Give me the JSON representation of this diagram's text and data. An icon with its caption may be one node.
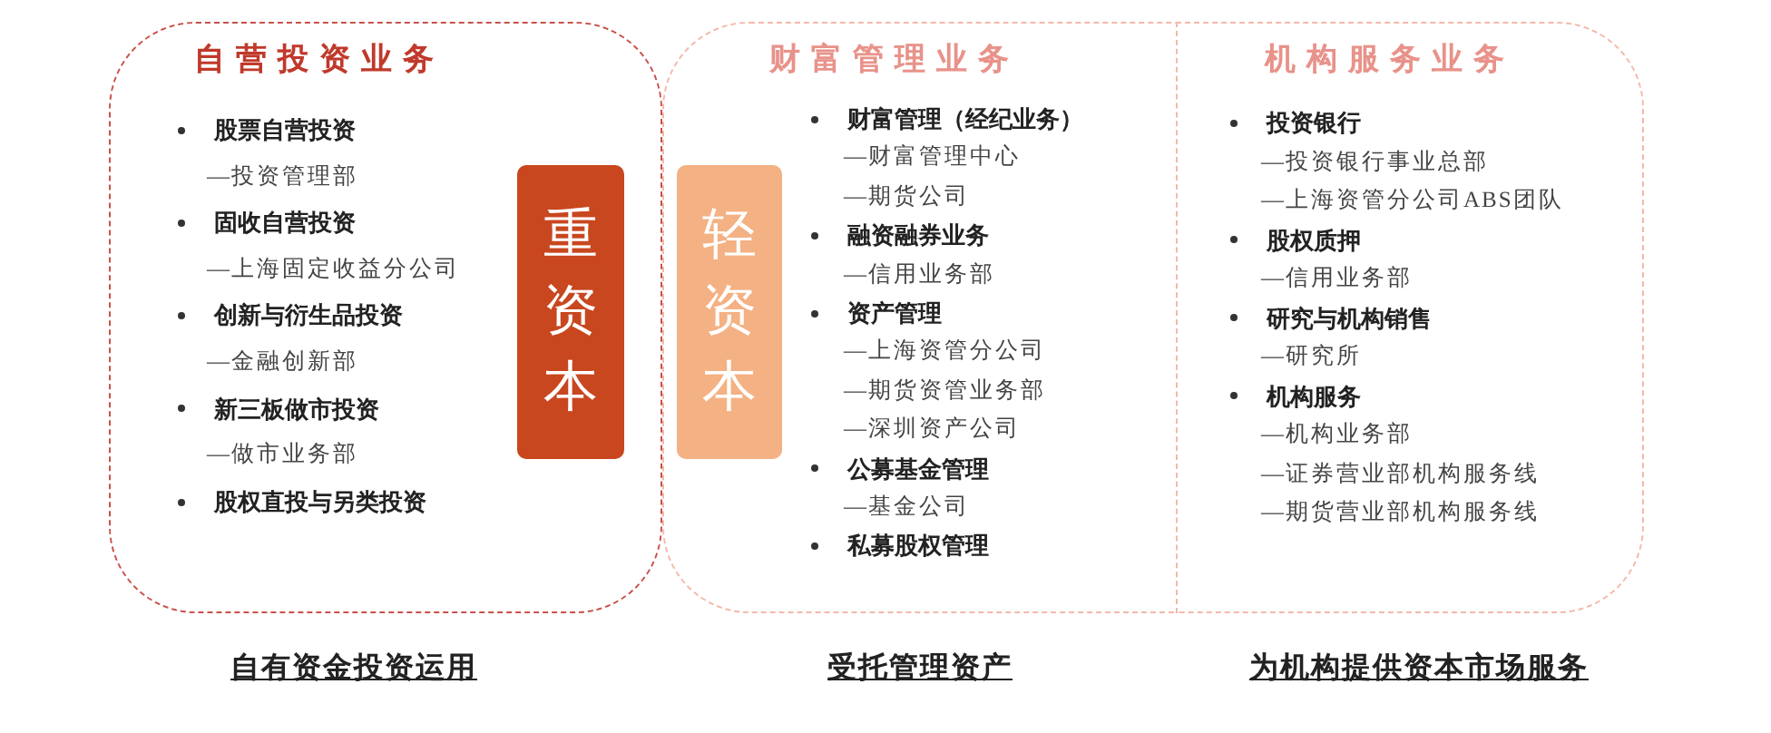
{
  "diagram": {
    "nodes": [
      {
        "text": [
          "自营投资业务",
          "股票自营投资",
          "—投资管理部",
          "固收自营投资",
          "—上海固定收益分公司",
          "创新与衍生品投资",
          "—金融创新部",
          "新三板做市投资",
          "—做市业务部",
          "股权直投与另类投资"
        ]
      },
      {
        "text": [
          "重资本"
        ],
        "in": 0
      },
      {
        "text": [
          "财富管理业务",
          "财富管理（经纪业务）",
          "—财富管理中心",
          "—期货公司",
          "融资融券业务",
          "—信用业务部",
          "资产管理",
          "—上海资管分公司",
          "—期货资管业务部",
          "—深圳资产公司",
          "公募基金管理",
          "—基金公司",
          "私募股权管理"
        ]
      },
      {
        "text": [
          "轻资本"
        ],
        "in": 2
      },
      {
        "text": [
          "机构服务业务",
          "投资银行",
          "—投资银行事业总部",
          "—上海资管分公司ABS团队",
          "股权质押",
          "—信用业务部",
          "研究与机构销售",
          "—研究所",
          "机构服务",
          "—机构业务部",
          "—证券营业部机构服务线",
          "—期货营业部机构服务线"
        ]
      }
    ],
    "labels": [
      "自有资金投资运用",
      "受托管理资产",
      "为机构提供资本市场服务"
    ]
  }
}
